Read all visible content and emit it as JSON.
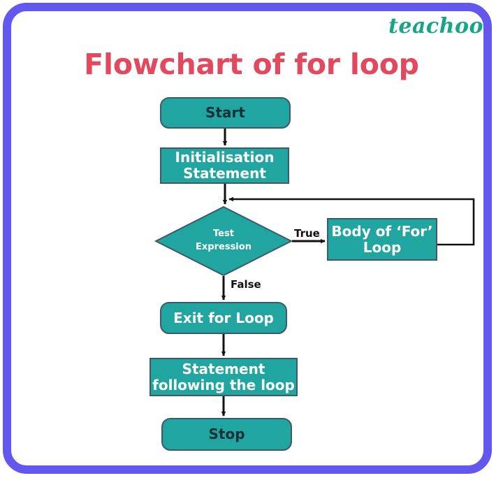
{
  "brand": {
    "logo_text": "teachoo",
    "logo_color": "#17a589"
  },
  "title": {
    "text": "Flowchart of for loop",
    "color": "#e2495e"
  },
  "theme": {
    "frame_color": "#6257ee",
    "node_fill": "#20a5a0",
    "node_border": "#3c5a6a",
    "node_text_light": "#ffffff",
    "node_text_dark": "#10303a",
    "connector_color": "#111111",
    "background": "#ffffff"
  },
  "chart_data": {
    "type": "diagram",
    "title": "Flowchart of for loop",
    "nodes": [
      {
        "id": "start",
        "label": "Start",
        "shape": "rounded-rectangle"
      },
      {
        "id": "init",
        "label": "Initialisation Statement",
        "shape": "rectangle"
      },
      {
        "id": "test",
        "label": "Test Expression",
        "shape": "diamond"
      },
      {
        "id": "body",
        "label": "Body of ‘For’ Loop",
        "shape": "rectangle"
      },
      {
        "id": "exit",
        "label": "Exit for Loop",
        "shape": "rounded-rectangle"
      },
      {
        "id": "stmt",
        "label": "Statement following the loop",
        "shape": "rectangle"
      },
      {
        "id": "stop",
        "label": "Stop",
        "shape": "rounded-rectangle"
      }
    ],
    "edges": [
      {
        "from": "start",
        "to": "init",
        "label": ""
      },
      {
        "from": "init",
        "to": "test",
        "label": ""
      },
      {
        "from": "test",
        "to": "body",
        "label": "True"
      },
      {
        "from": "body",
        "to": "test",
        "label": ""
      },
      {
        "from": "test",
        "to": "exit",
        "label": "False"
      },
      {
        "from": "exit",
        "to": "stmt",
        "label": ""
      },
      {
        "from": "stmt",
        "to": "stop",
        "label": ""
      }
    ]
  },
  "nodes": {
    "start": "Start",
    "init_line1": "Initialisation",
    "init_line2": "Statement",
    "test_line1": "Test",
    "test_line2": "Expression",
    "body_line1": "Body of ‘For’",
    "body_line2": "Loop",
    "exit": "Exit for Loop",
    "stmt_line1": "Statement",
    "stmt_line2": "following the loop",
    "stop": "Stop"
  },
  "edge_labels": {
    "true": "True",
    "false": "False"
  }
}
